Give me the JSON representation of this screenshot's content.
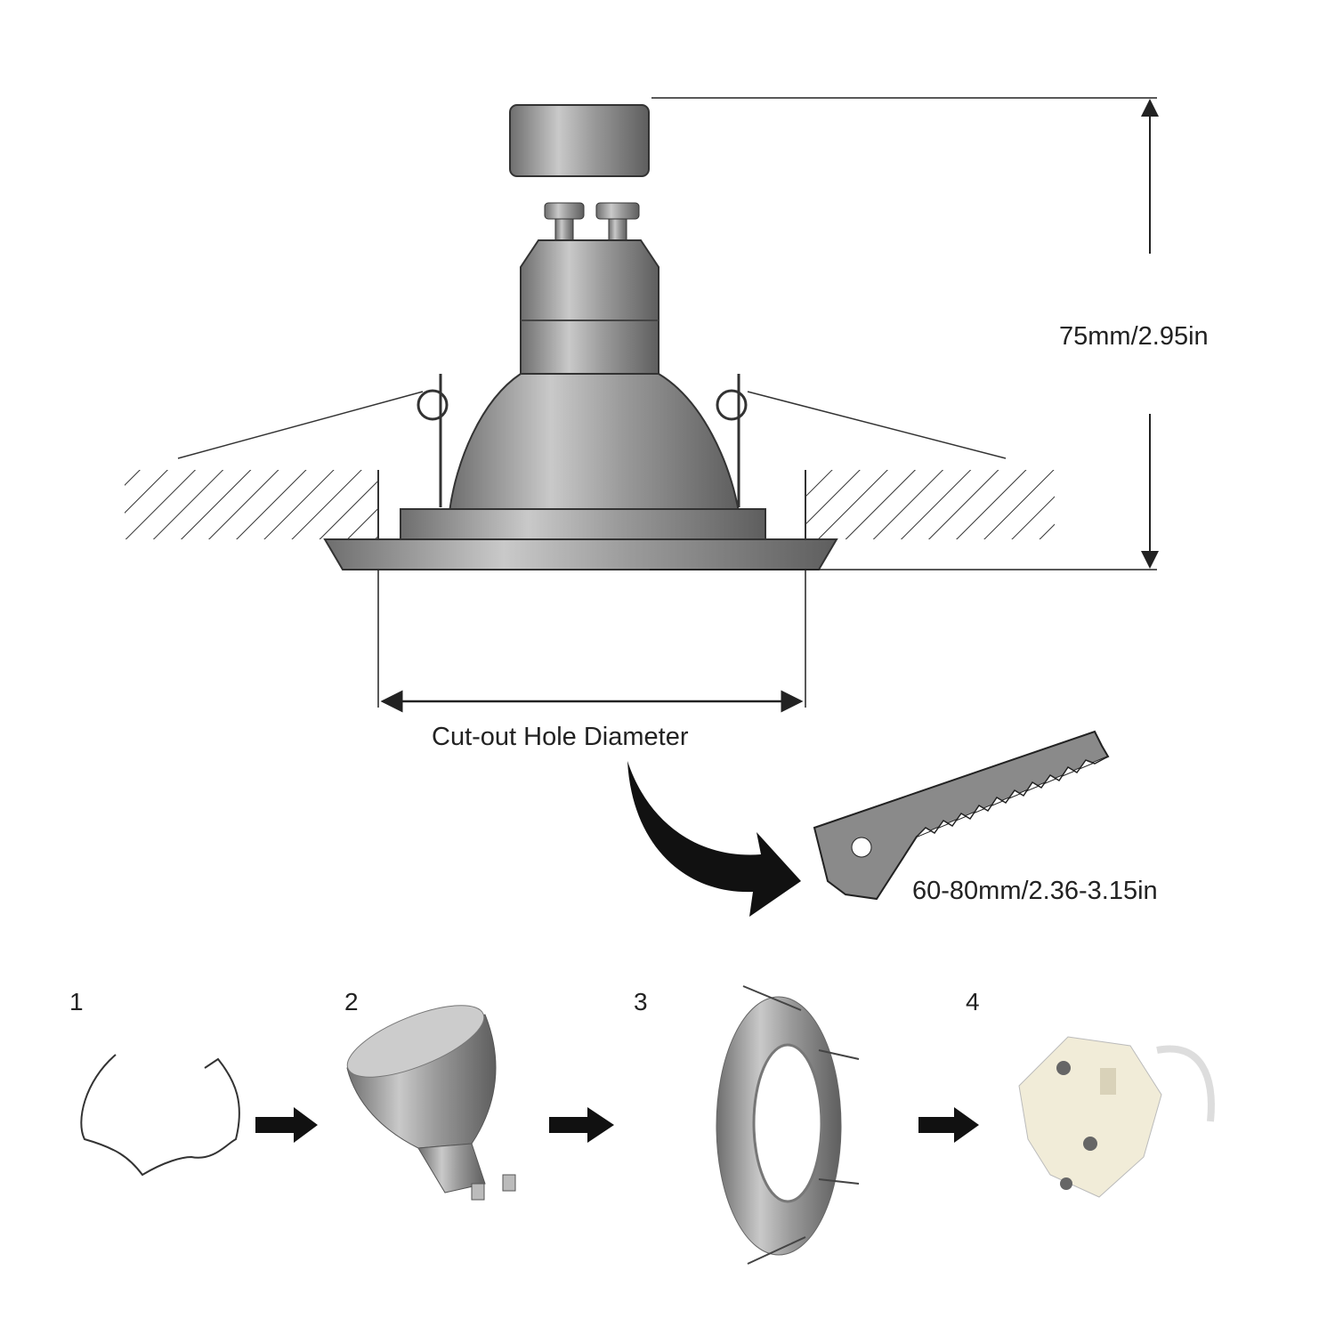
{
  "dimensions": {
    "height_label": "75mm/2.95in",
    "cutout_label": "Cut-out Hole Diameter",
    "cutout_range_label": "60-80mm/2.36-3.15in"
  },
  "steps": [
    {
      "number": "1",
      "icon": "spring-clip-icon"
    },
    {
      "number": "2",
      "icon": "gu10-bulb-icon"
    },
    {
      "number": "3",
      "icon": "trim-ring-icon"
    },
    {
      "number": "4",
      "icon": "gu10-socket-icon"
    }
  ],
  "colors": {
    "metal": "#8c8c8c",
    "line": "#222222"
  }
}
